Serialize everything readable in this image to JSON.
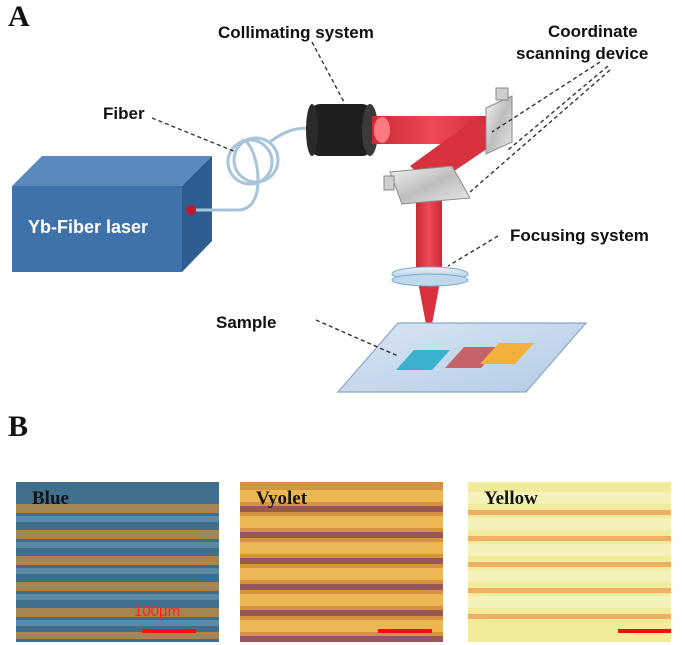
{
  "panel_a": {
    "letter": "A",
    "labels": {
      "collimating": "Collimating system",
      "coordinate_line1": "Coordinate",
      "coordinate_line2": "scanning device",
      "fiber": "Fiber",
      "laser": "Yb-Fiber laser",
      "focusing": "Focusing system",
      "sample": "Sample"
    },
    "colors": {
      "laser_box": "#3f72aa",
      "beam": "#e23a45",
      "sample_blue": "#3bb1cf",
      "sample_violet": "#c4636a",
      "sample_yellow": "#f2b13a"
    }
  },
  "panel_b": {
    "letter": "B",
    "images": [
      {
        "label": "Blue",
        "base": "#3f6f8c",
        "stripe": "#b88a4a",
        "scale_text": "100μm"
      },
      {
        "label": "Vyolet",
        "base": "#d4933c",
        "stripe": "#8a4a5e",
        "scale_text": ""
      },
      {
        "label": "Yellow",
        "base": "#f0ec9a",
        "stripe": "#f09a55",
        "scale_text": ""
      }
    ],
    "scale_bar_color": "#ee1111"
  }
}
